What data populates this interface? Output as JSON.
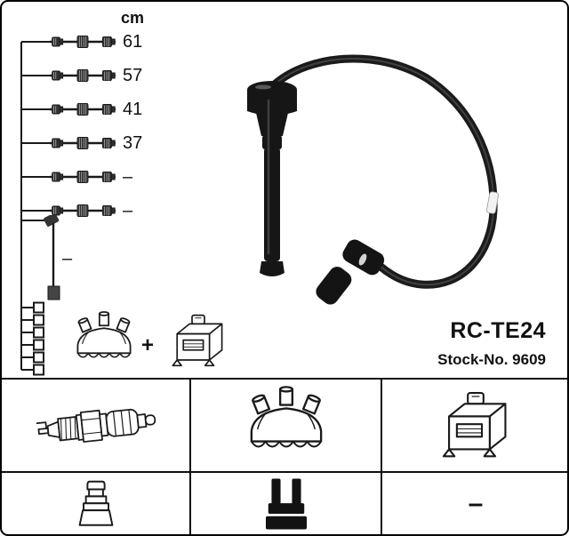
{
  "product": {
    "code": "RC-TE24",
    "stock_no": "Stock-No. 9609"
  },
  "cable_table": {
    "unit_header": "cm",
    "rows": [
      {
        "length": "61"
      },
      {
        "length": "57"
      },
      {
        "length": "41"
      },
      {
        "length": "37"
      },
      {
        "length": "–"
      },
      {
        "length": "–"
      }
    ],
    "coil_wire_length": "–",
    "plus_sign": "+"
  },
  "bottom_grid": {
    "row1_icons": [
      "spark-plug-icon",
      "distributor-cap-icon",
      "ignition-coil-icon"
    ],
    "row2_icons": [
      "plug-boot-icon",
      "black-connector-icon",
      "dash"
    ],
    "dash": "–"
  },
  "icons": {
    "kit": [
      "distributor-cap-icon",
      "ignition-coil-icon"
    ],
    "photo": "ignition-cable-photo",
    "cable_rows": "cable-with-terminals-icon"
  },
  "colors": {
    "line": "#1a1a1a",
    "cable_black": "#161616",
    "background": "#ffffff"
  }
}
